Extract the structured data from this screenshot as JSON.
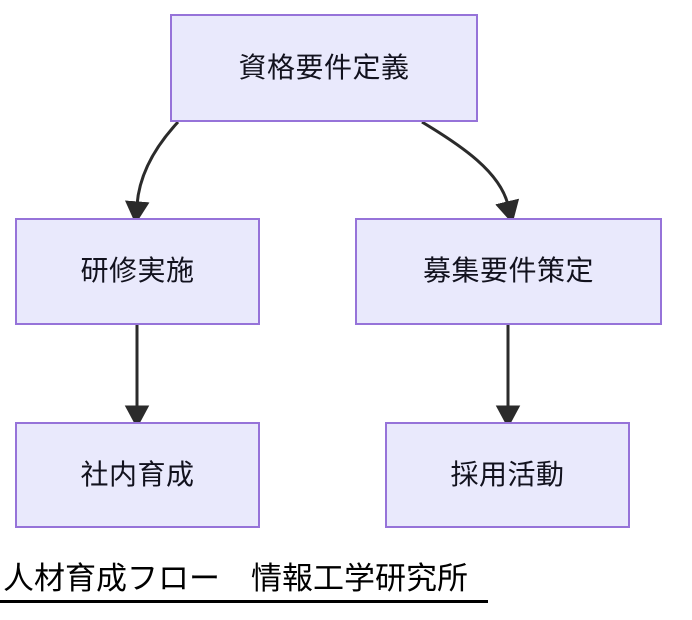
{
  "diagram": {
    "type": "flowchart",
    "background_color": "#ffffff",
    "node_fill_color": "#e9e9fc",
    "node_border_color": "#9673d9",
    "node_text_color": "#12121e",
    "arrow_color": "#2b2b2b",
    "nodes": [
      {
        "id": "qualification",
        "label": "資格要件定義"
      },
      {
        "id": "training",
        "label": "研修実施"
      },
      {
        "id": "recruit_req",
        "label": "募集要件策定"
      },
      {
        "id": "internal",
        "label": "社内育成"
      },
      {
        "id": "hiring",
        "label": "採用活動"
      }
    ],
    "edges": [
      {
        "from": "qualification",
        "to": "training",
        "style": "curved",
        "arrowhead": "filled-triangle"
      },
      {
        "from": "qualification",
        "to": "recruit_req",
        "style": "curved",
        "arrowhead": "filled-triangle"
      },
      {
        "from": "training",
        "to": "internal",
        "style": "straight",
        "arrowhead": "filled-triangle"
      },
      {
        "from": "recruit_req",
        "to": "hiring",
        "style": "straight",
        "arrowhead": "filled-triangle"
      }
    ]
  },
  "caption": {
    "text": "人材育成フロー　情報工学研究所",
    "underlined": true,
    "color": "#000000"
  }
}
